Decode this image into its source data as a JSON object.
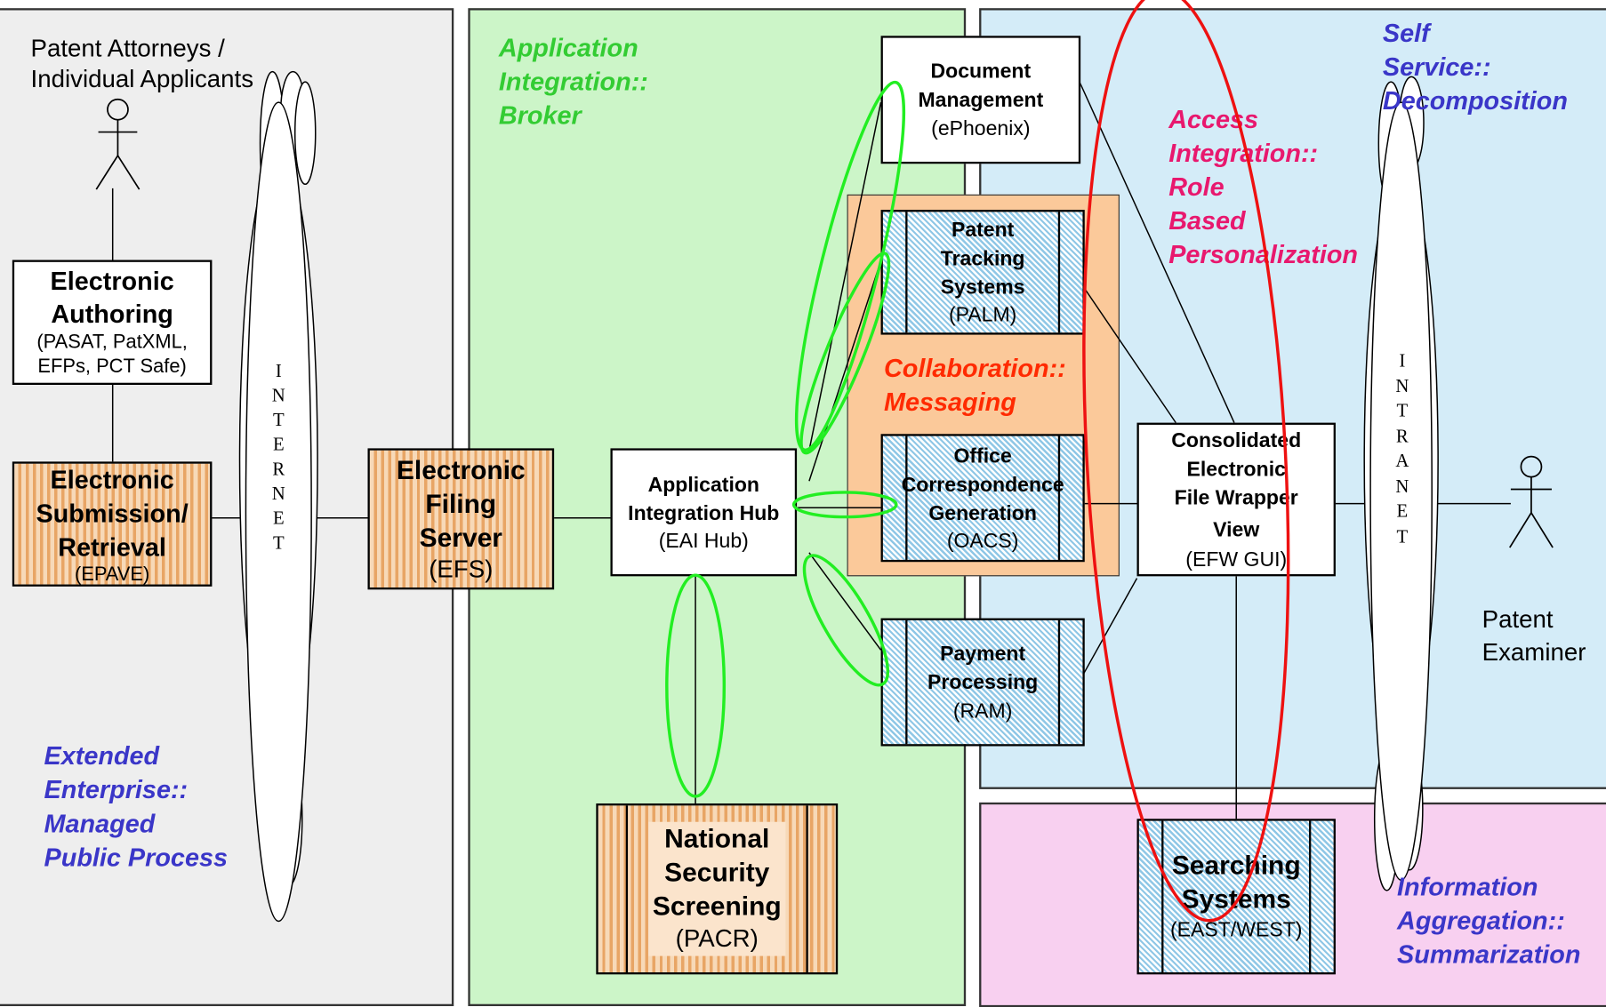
{
  "zones": {
    "extended_enterprise": [
      "Extended",
      "Enterprise::",
      "Managed",
      "Public Process"
    ],
    "application_integration": [
      "Application",
      "Integration::",
      "Broker"
    ],
    "self_service": [
      "Self",
      "Service::",
      "Decomposition"
    ],
    "access_integration": [
      "Access",
      "Integration::",
      "Role",
      "Based",
      "Personalization"
    ],
    "collaboration": [
      "Collaboration::",
      "Messaging"
    ],
    "information_aggregation": [
      "Information",
      "Aggregation::",
      "Summarization"
    ]
  },
  "actors": {
    "applicants": [
      "Patent Attorneys /",
      "Individual Applicants"
    ],
    "examiner": [
      "Patent",
      "Examiner"
    ]
  },
  "clouds": {
    "internet": [
      "I",
      "N",
      "T",
      "E",
      "R",
      "N",
      "E",
      "T"
    ],
    "intranet": [
      "I",
      "N",
      "T",
      "R",
      "A",
      "N",
      "E",
      "T"
    ]
  },
  "boxes": {
    "authoring": {
      "title": [
        "Electronic",
        "Authoring"
      ],
      "sub": [
        "(PASAT, PatXML,",
        "EFPs, PCT Safe)"
      ]
    },
    "submission": {
      "title": [
        "Electronic",
        "Submission/",
        "Retrieval"
      ],
      "sub": [
        "(EPAVE)"
      ]
    },
    "efs": {
      "title": [
        "Electronic",
        "Filing",
        "Server"
      ],
      "sub": [
        "(EFS)"
      ]
    },
    "hub": {
      "title": [
        "Application",
        "Integration Hub"
      ],
      "sub": [
        "(EAI Hub)"
      ]
    },
    "nss": {
      "title": [
        "National",
        "Security",
        "Screening"
      ],
      "sub": [
        "(PACR)"
      ]
    },
    "docmgmt": {
      "title": [
        "Document",
        "Management"
      ],
      "sub": [
        "(ePhoenix)"
      ]
    },
    "tracking": {
      "title": [
        "Patent",
        "Tracking",
        "Systems"
      ],
      "sub": [
        "(PALM)"
      ]
    },
    "office": {
      "title": [
        "Office",
        "Correspondence",
        "Generation"
      ],
      "sub": [
        "(OACS)"
      ]
    },
    "payment": {
      "title": [
        "Payment",
        "Processing"
      ],
      "sub": [
        "(RAM)"
      ]
    },
    "efw": {
      "title": [
        "Consolidated",
        "Electronic",
        "File Wrapper",
        "View"
      ],
      "sub": [
        "(EFW GUI)"
      ]
    },
    "searching": {
      "title": [
        "Searching",
        "Systems"
      ],
      "sub": [
        "(EAST/WEST)"
      ]
    }
  },
  "colors": {
    "zone_left": "#eeeeee",
    "zone_green": "#ccf5c8",
    "zone_blue": "#d4ecf8",
    "zone_pink": "#f8d0f0",
    "zone_orange": "#fbc99a",
    "label_blue": "#3a36c8",
    "label_green": "#33cc33",
    "label_pink": "#e8186e",
    "label_red": "#ff2a00",
    "ellipse_green": "#22ee22",
    "ellipse_red": "#ee1111"
  }
}
